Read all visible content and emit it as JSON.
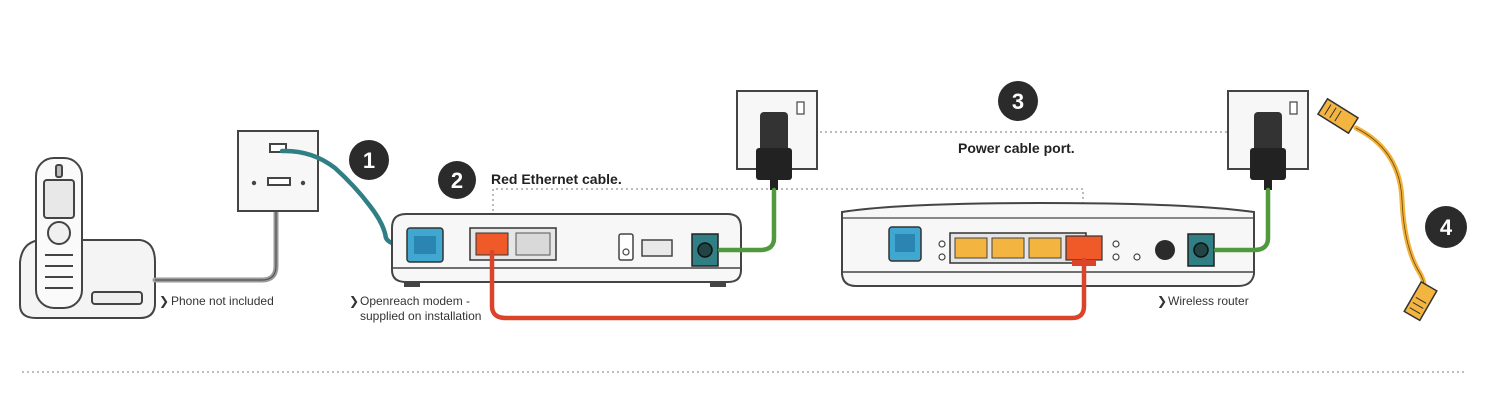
{
  "steps": {
    "one": "1",
    "two": "2",
    "three": "3",
    "four": "4"
  },
  "labels": {
    "red_cable": "Red Ethernet cable.",
    "power_port": "Power cable port.",
    "phone": "Phone not included",
    "modem_line1": "Openreach modem -",
    "modem_line2": "supplied on installation",
    "router": "Wireless router",
    "chevron": "❯"
  },
  "colors": {
    "teal_cable": "#2f7f85",
    "red_cable": "#d9442a",
    "green_cable": "#4e9a3c",
    "yellow_cable": "#f1b13b",
    "port_blue": "#3fa7d0",
    "port_red": "#f05a28",
    "port_yellow": "#f3b53f",
    "badge": "#2b2b2b"
  },
  "icons": {
    "phone": "cordless-phone-icon",
    "wall_socket": "phone-wall-socket-icon",
    "modem": "modem-icon",
    "router": "router-icon",
    "plug": "power-plug-icon",
    "ethernet": "ethernet-cable-icon"
  }
}
